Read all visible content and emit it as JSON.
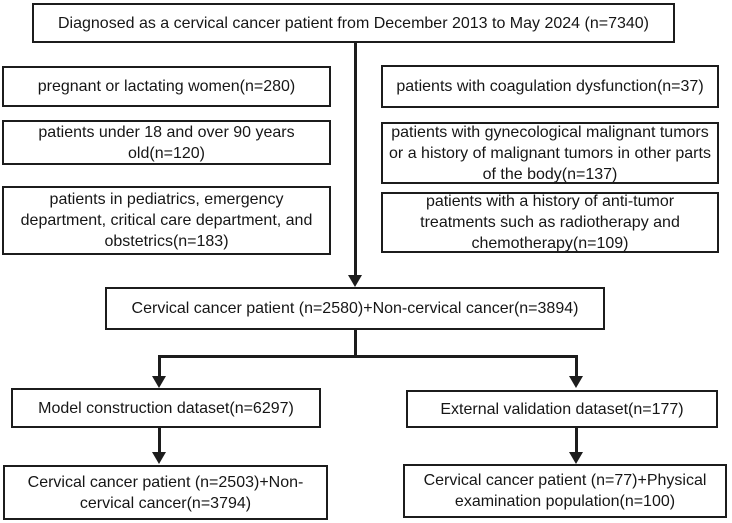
{
  "flowchart": {
    "top": {
      "label": "Diagnosed as a cervical cancer patient from December 2013 to May 2024 (n=7340)"
    },
    "exclusions_left": [
      {
        "label": "pregnant or lactating women(n=280)"
      },
      {
        "label": "patients under 18 and over 90 years old(n=120)"
      },
      {
        "label": "patients in pediatrics, emergency department, critical care department, and obstetrics(n=183)"
      }
    ],
    "exclusions_right": [
      {
        "label": "patients with coagulation dysfunction(n=37)"
      },
      {
        "label": "patients with gynecological malignant tumors or a history of malignant tumors in other parts of the body(n=137)"
      },
      {
        "label": "patients with a history of anti-tumor treatments such as radiotherapy and chemotherapy(n=109)"
      }
    ],
    "combined": {
      "label": "Cervical cancer patient (n=2580)+Non-cervical cancer(n=3894)"
    },
    "model_construction": {
      "label": "Model construction dataset(n=6297)"
    },
    "external_validation": {
      "label": "External validation dataset(n=177)"
    },
    "model_population": {
      "label": "Cervical cancer patient (n=2503)+Non-cervical cancer(n=3794)"
    },
    "external_population": {
      "label": "Cervical cancer patient (n=77)+Physical examination population(n=100)"
    },
    "colors": {
      "line": "#1c1c1c",
      "box_border": "#1c1c1c",
      "background": "#ffffff",
      "text": "#161616"
    }
  }
}
